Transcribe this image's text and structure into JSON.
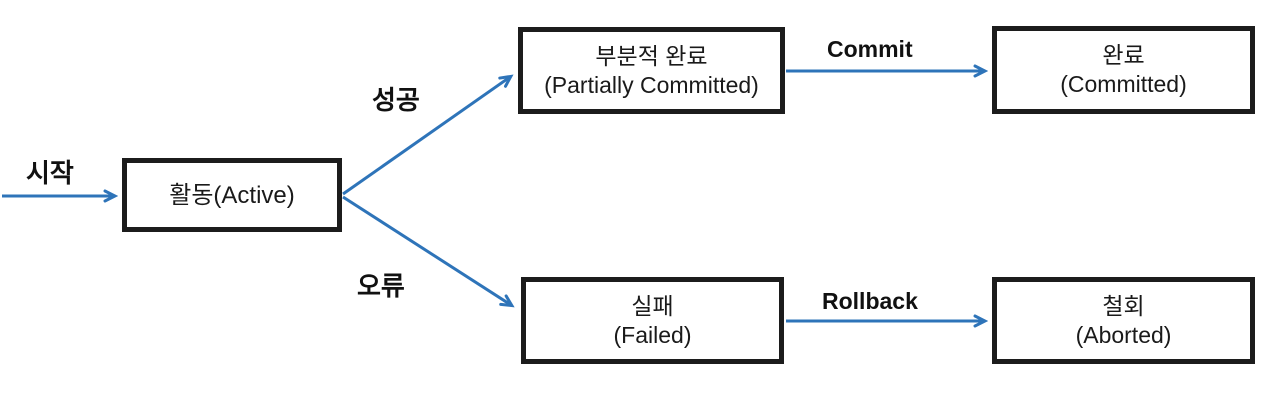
{
  "diagram_type": "transaction-state-diagram",
  "colors": {
    "arrow": "#2E74B9",
    "box_border": "#1C1C1C"
  },
  "nodes": {
    "active": {
      "label": "활동(Active)"
    },
    "partially_committed": {
      "line1": "부분적 완료",
      "line2": "(Partially Committed)"
    },
    "committed": {
      "line1": "완료",
      "line2": "(Committed)"
    },
    "failed": {
      "line1": "실패",
      "line2": "(Failed)"
    },
    "aborted": {
      "line1": "철회",
      "line2": "(Aborted)"
    }
  },
  "edges": {
    "start": {
      "label": "시작",
      "from": "(start)",
      "to": "active"
    },
    "success": {
      "label": "성공",
      "from": "active",
      "to": "partially_committed"
    },
    "error": {
      "label": "오류",
      "from": "active",
      "to": "failed"
    },
    "commit": {
      "label": "Commit",
      "from": "partially_committed",
      "to": "committed"
    },
    "rollback": {
      "label": "Rollback",
      "from": "failed",
      "to": "aborted"
    }
  }
}
